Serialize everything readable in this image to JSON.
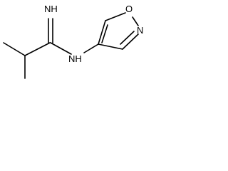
{
  "molecule": {
    "atoms": {
      "imine_label": "NH",
      "amine_label": "NH",
      "ring_n_label": "N",
      "ring_o_label": "O"
    }
  }
}
